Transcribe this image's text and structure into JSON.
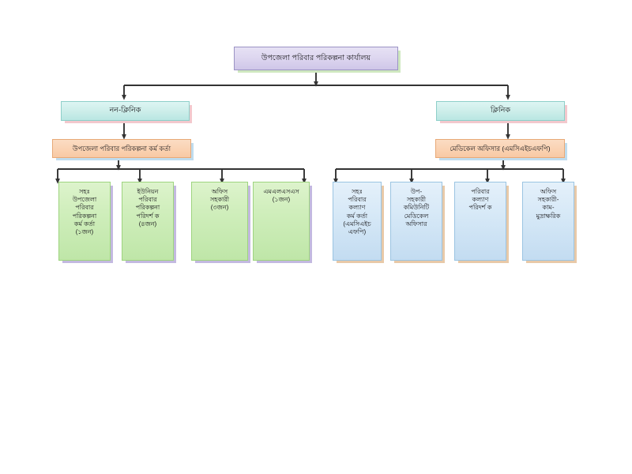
{
  "chart_data": {
    "type": "diagram",
    "diagram_type": "organizational-hierarchy-tree",
    "title": "উপজেলা পরিবার পরিকল্পনা কার্যালয়",
    "language": "Bengali",
    "orientation": "top-down",
    "levels": 4,
    "connector_style": "elbow-with-arrowhead",
    "connector_color": "#333333",
    "background": "#ffffff"
  },
  "palette": {
    "root_fill": "#ded7f0",
    "root_border": "#9b93c4",
    "root_shadow": "#cfe8c0",
    "branch_fill": "#cdeeea",
    "branch_border": "#8ecfc9",
    "branch_shadow": "#f3c8cd",
    "officer_fill": "#fad3b4",
    "officer_border": "#e8a977",
    "officer_shadow": "#bfdcee",
    "green_fill": "#cfeebb",
    "green_border": "#9ed47f",
    "green_shadow": "#c3b9e0",
    "blue_fill": "#d7e9f7",
    "blue_border": "#9bc4e2",
    "blue_shadow": "#e8c9a8",
    "connector": "#333333"
  },
  "nodes": {
    "root": {
      "label": "উপজেলা পরিবার পরিকল্পনা কার্যালয়"
    },
    "branch_left": {
      "label": "নন-ক্লিনিক"
    },
    "branch_right": {
      "label": "ক্লিনিক"
    },
    "officer_left": {
      "label": "উপজেলা পরিবার পরিকল্পনা কর্ম কর্তা"
    },
    "officer_right": {
      "label": "মেডিকেল অফিসার (এমসিএইচএফপি)"
    }
  },
  "left_leaves": [
    {
      "label": "সহঃ\nউপজেলা\nপরিবার\nপরিকল্পনা\nকর্ম কর্তা\n(১জন)"
    },
    {
      "label": "ইউনিয়ন\nপরিবার\nপরিকল্পনা\nপরিদর্শ ক\n(৪জন)"
    },
    {
      "label": "অফিস\nসহকারী\n(৩জন)"
    },
    {
      "label": "এমএলএসএস\n(১জন)"
    }
  ],
  "right_leaves": [
    {
      "label": "সহঃ\nপরিবার\nকল্যাণ\nকর্ম কর্তা\n(এমসিএইচ\nএফপি)"
    },
    {
      "label": "উপ-\nসহকারী\nকমিউনিটি\nমেডিকেল\nঅফিসার"
    },
    {
      "label": "পরিবার\nকল্যাণ\nপরিদর্শ ক"
    },
    {
      "label": "অফিস\nসহকারী-\nকাম-\nমুদ্রাক্ষরিক"
    }
  ]
}
